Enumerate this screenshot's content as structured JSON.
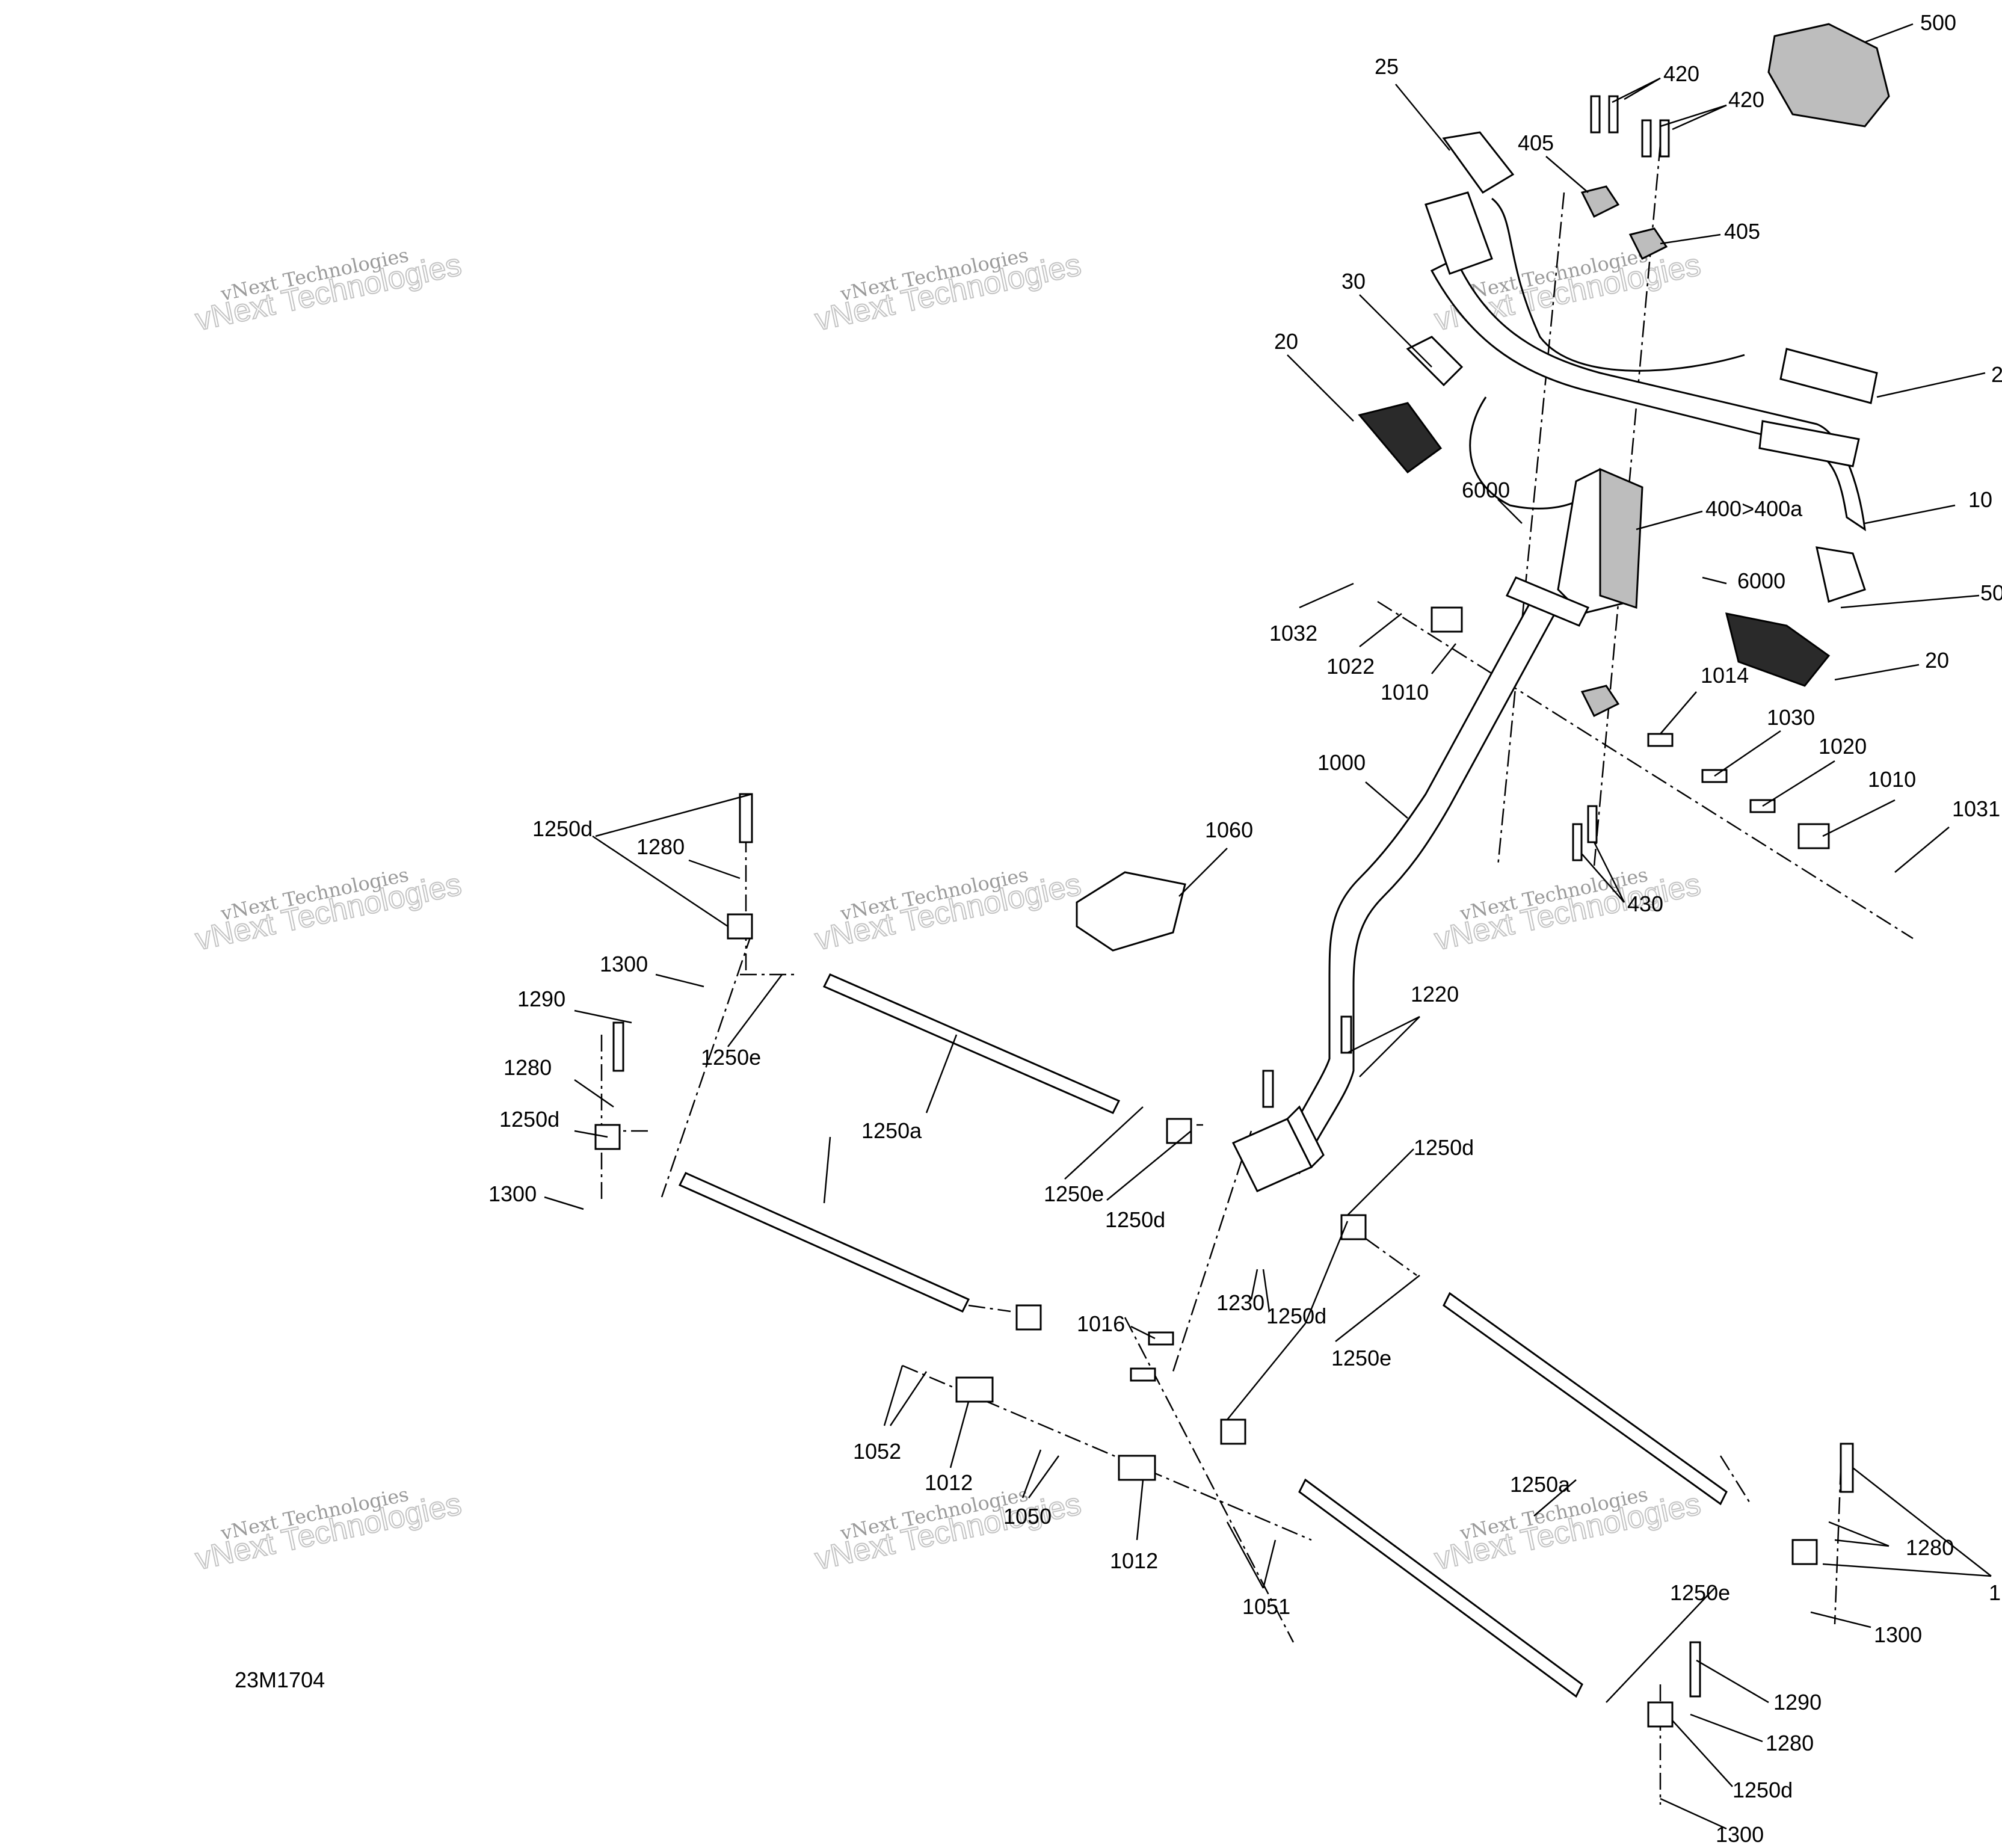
{
  "diagram_code": "23M1704",
  "watermark": {
    "line1": "vNext Technologies",
    "line2": "vNext Technologies"
  },
  "labels": {
    "p500": "500",
    "p25": "25",
    "p420a": "420",
    "p420b": "420",
    "p405a": "405",
    "p405b": "405",
    "p30": "30",
    "p20a": "20",
    "p2": "2",
    "p10": "10",
    "p6000a": "6000",
    "p400": "400>400a",
    "p6000b": "6000",
    "p50": "50",
    "p1032": "1032",
    "p1022": "1022",
    "p1010a": "1010",
    "p20b": "20",
    "p1014": "1014",
    "p1030": "1030",
    "p1020": "1020",
    "p1010b": "1010",
    "p1031": "1031",
    "p1000": "1000",
    "p1060": "1060",
    "p430": "430",
    "p1250d_a": "1250d",
    "p1280_a": "1280",
    "p1300_a": "1300",
    "p1290_a": "1290",
    "p1250e_a": "1250e",
    "p1280_b": "1280",
    "p1250d_b": "1250d",
    "p1250a_a": "1250a",
    "p1300_b": "1300",
    "p1250e_b": "1250e",
    "p1250d_c": "1250d",
    "p1220": "1220",
    "p1250d_d": "1250d",
    "p1016": "1016",
    "p1230": "1230",
    "p1250d_e": "1250d",
    "p1250e_c": "1250e",
    "p1052": "1052",
    "p1012a": "1012",
    "p1050": "1050",
    "p1012b": "1012",
    "p1051": "1051",
    "p1250a_b": "1250a",
    "p1280_c": "1280",
    "p1": "1",
    "p1250e_d": "1250e",
    "p1300_c": "1300",
    "p1290_b": "1290",
    "p1280_d": "1280",
    "p1250d_f": "1250d",
    "p1300_d": "1300"
  }
}
